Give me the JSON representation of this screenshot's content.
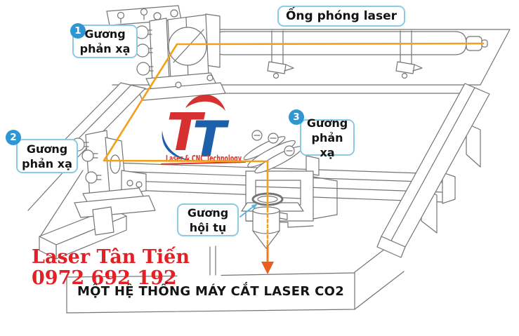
{
  "caption": "MỘT HỆ THỐNG MÁY CẮT LASER CO2",
  "labels": {
    "laser_tube": {
      "text": "Ống phóng laser"
    },
    "mirror_1": {
      "badge": "1",
      "text": "Gương phản xạ"
    },
    "mirror_2": {
      "badge": "2",
      "text": "Gương phản xạ"
    },
    "mirror_3": {
      "badge": "3",
      "text": "Gương phản xạ"
    },
    "focus_lens": {
      "text": "Gương hội tụ"
    }
  },
  "logo": {
    "letter_red": "T",
    "letter_blue": "T",
    "tagline": "Laser & CNC Technology"
  },
  "contact": {
    "name": "Laser Tân Tiến",
    "phone": "0972 692 192"
  },
  "colors": {
    "beam": "#F3A01B",
    "beam_arrow": "#E95D1E",
    "label_border": "#8BCBE8",
    "badge_blue": "#2E96D2",
    "logo_red": "#D63031",
    "logo_blue": "#1E5FA9",
    "contact_red": "#E22026",
    "line_art": "#747474",
    "pointer_blue": "#5FB4DE"
  }
}
